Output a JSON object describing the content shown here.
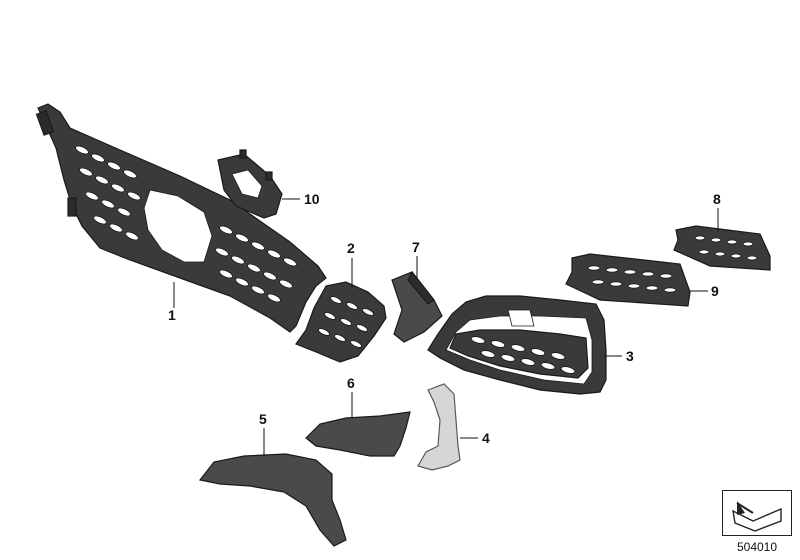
{
  "callouts": {
    "c1": "1",
    "c2": "2",
    "c3": "3",
    "c4": "4",
    "c5": "5",
    "c6": "6",
    "c7": "7",
    "c8": "8",
    "c9": "9",
    "c10": "10"
  },
  "reference_number": "504010",
  "colors": {
    "part_dark": "#3a3a3a",
    "part_trim": "#d6d6d6",
    "line": "#111111"
  }
}
